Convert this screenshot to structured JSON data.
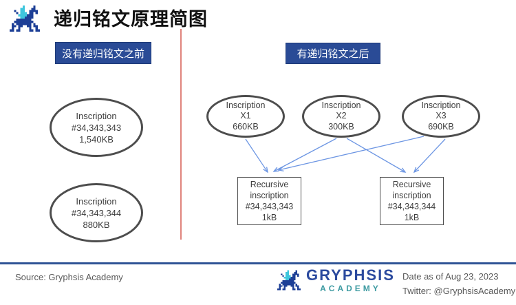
{
  "header": {
    "title": "递归铭文原理简图"
  },
  "sections": {
    "before": {
      "label": "没有递归铭文之前",
      "nodes": [
        {
          "lines": [
            "Inscription",
            "#34,343,343",
            "1,540KB"
          ]
        },
        {
          "lines": [
            "Inscription",
            "#34,343,344",
            "880KB"
          ]
        }
      ]
    },
    "after": {
      "label": "有递归铭文之后",
      "sources": [
        {
          "lines": [
            "Inscription",
            "X1",
            "660KB"
          ]
        },
        {
          "lines": [
            "Inscription",
            "X2",
            "300KB"
          ]
        },
        {
          "lines": [
            "Inscription",
            "X3",
            "690KB"
          ]
        }
      ],
      "targets": [
        {
          "lines": [
            "Recursive",
            "inscription",
            "#34,343,343",
            "1kB"
          ]
        },
        {
          "lines": [
            "Recursive",
            "inscription",
            "#34,343,344",
            "1kB"
          ]
        }
      ],
      "arrows": [
        {
          "from": "Inscription X1",
          "to": "Recursive inscription #34,343,343"
        },
        {
          "from": "Inscription X2",
          "to": "Recursive inscription #34,343,343"
        },
        {
          "from": "Inscription X3",
          "to": "Recursive inscription #34,343,343"
        },
        {
          "from": "Inscription X2",
          "to": "Recursive inscription #34,343,344"
        },
        {
          "from": "Inscription X3",
          "to": "Recursive inscription #34,343,344"
        }
      ]
    }
  },
  "footer": {
    "source": "Source: Gryphsis Academy",
    "brand": {
      "name": "GRYPHSIS",
      "subtitle": "ACADEMY"
    },
    "date": "Date as of Aug 23, 2023",
    "twitter": "Twitter: @GryphsisAcademy"
  },
  "icons": {
    "header_logo": "pixel-dragon-icon",
    "footer_logo": "pixel-dragon-icon"
  },
  "colors": {
    "section_label_bg": "#2a4b96",
    "section_label_border": "#1e3a78",
    "section_label_text": "#ffffff",
    "node_stroke": "#4d4d4d",
    "arrow_blue": "#6d96e3",
    "divider_red": "#e0837c",
    "footer_line_blue": "#2e5395",
    "brand_blue": "#2b4a9e",
    "brand_teal": "#3d9aa1",
    "logo_blue": "#1d3f96",
    "logo_cyan": "#3ec6dd",
    "muted_text": "#595959"
  }
}
